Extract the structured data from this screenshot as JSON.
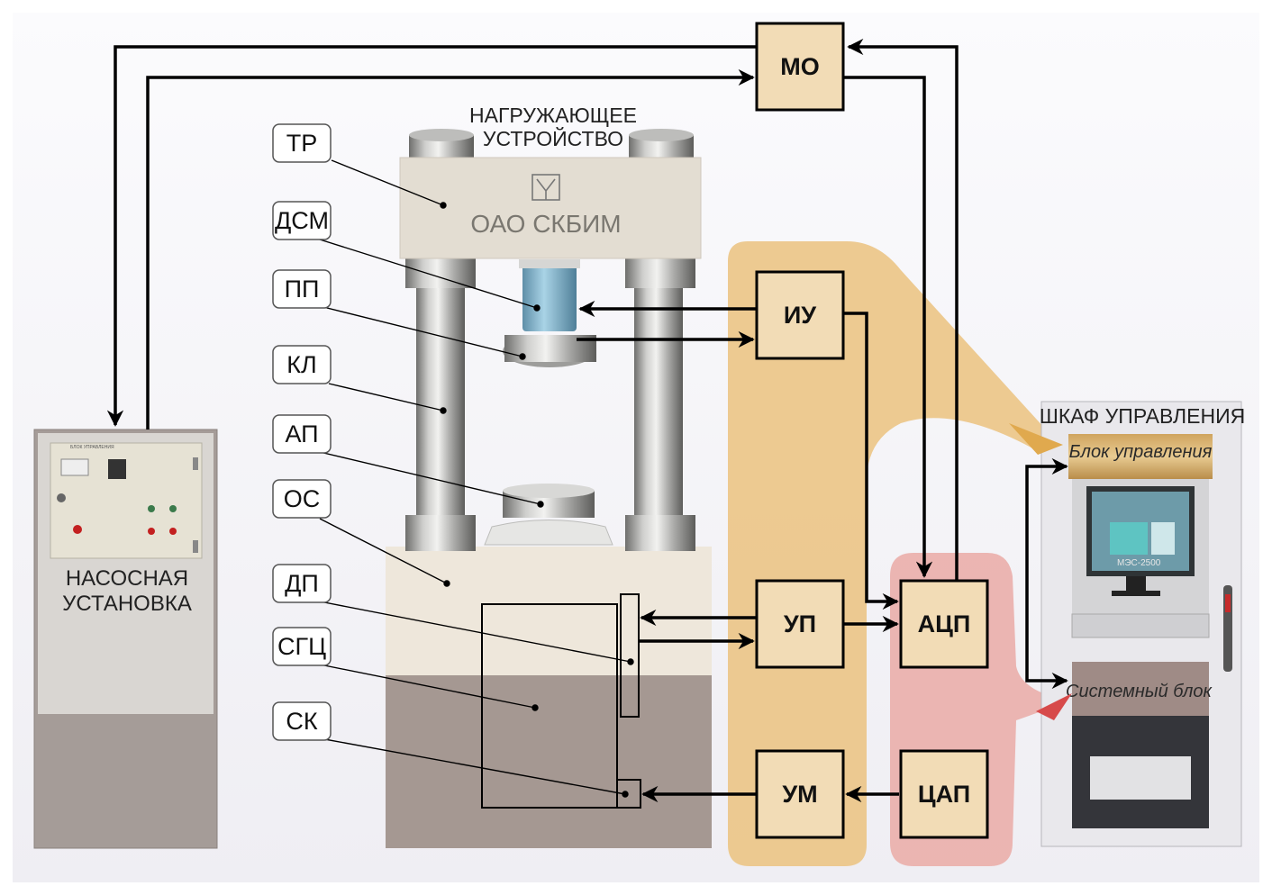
{
  "blocks": {
    "mo": "МО",
    "iu": "ИУ",
    "up": "УП",
    "acp": "АЦП",
    "um": "УМ",
    "cap": "ЦАП"
  },
  "labels": {
    "tr": "ТР",
    "dsm": "ДСМ",
    "pp": "ПП",
    "kl": "КЛ",
    "ap": "АП",
    "os": "ОС",
    "dp": "ДП",
    "sgc": "СГЦ",
    "sk": "СК"
  },
  "press": {
    "title_line1": "НАГРУЖАЮЩЕЕ",
    "title_line2": "УСТРОЙСТВО",
    "brand": "ОАО СКБИМ"
  },
  "pump": {
    "line1": "НАСОСНАЯ",
    "line2": "УСТАНОВКА"
  },
  "cabinet": {
    "title": "ШКАФ УПРАВЛЕНИЯ",
    "control_unit": "Блок управления",
    "system_unit": "Системный блок",
    "monitor_text": "МЭС-2500"
  },
  "colors": {
    "block_fill": "#f2dcb6",
    "yellow_region": "#ecc588",
    "pink_region": "#eab0ab",
    "background": "#f4f3f7"
  }
}
